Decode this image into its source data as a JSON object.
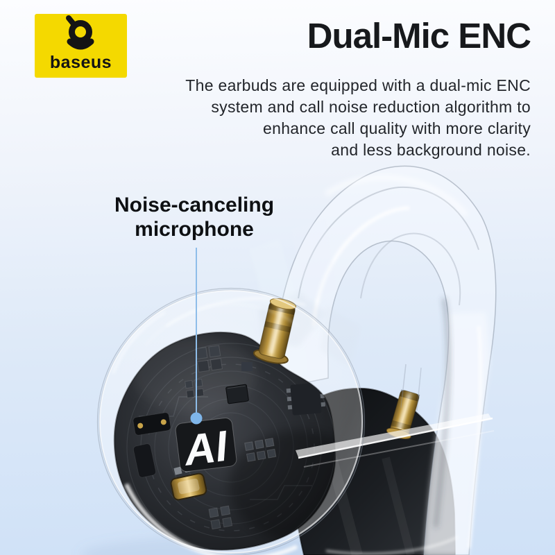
{
  "brand": {
    "logo_text": "baseus",
    "logo_bg_color": "#F4D900"
  },
  "header": {
    "title": "Dual-Mic ENC",
    "description_lines": [
      "The earbuds are equipped with a dual-mic ENC",
      "system and call noise reduction algorithm to",
      "enhance call quality with more clarity",
      "and less background noise."
    ]
  },
  "callout": {
    "label_line1": "Noise-canceling",
    "label_line2": "microphone",
    "accent_color": "#7FB5E9"
  },
  "product": {
    "chip_label": "AI",
    "gold_color": "#C9A44A",
    "pcb_color": "#24272B"
  },
  "background": {
    "top_color": "#FCFDFF",
    "bottom_color": "#CFE1F7"
  }
}
